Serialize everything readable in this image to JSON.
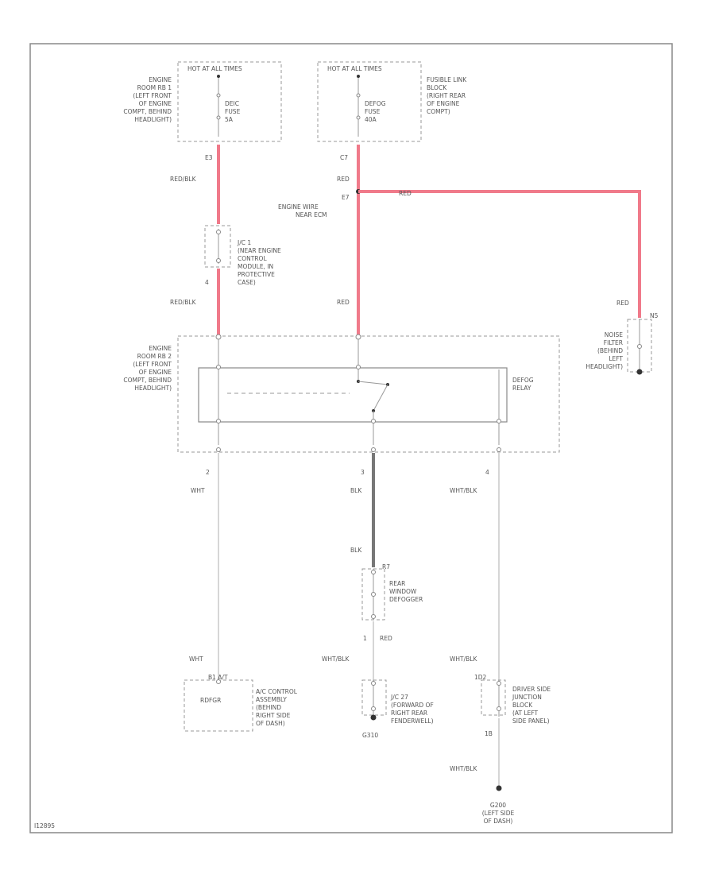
{
  "diagram": {
    "footer_id": "I12895",
    "fuse_box_left": {
      "header": "HOT AT ALL TIMES",
      "fuse_line1": "DEIC",
      "fuse_line2": "FUSE",
      "fuse_line3": "5A",
      "location": [
        "ENGINE",
        "ROOM RB 1",
        "(LEFT FRONT",
        "OF ENGINE",
        "COMPT, BEHIND",
        "HEADLIGHT)"
      ]
    },
    "fuse_box_right": {
      "header": "HOT AT ALL TIMES",
      "fuse_line1": "DEFOG",
      "fuse_line2": "FUSE",
      "fuse_line3": "40A",
      "location": [
        "FUSIBLE LINK",
        "BLOCK",
        "(RIGHT REAR",
        "OF ENGINE",
        "COMPT)"
      ]
    },
    "wire_left": {
      "pin_top": "E3",
      "color_top": "RED/BLK",
      "pin_mid": "4",
      "color_mid": "RED/BLK"
    },
    "junction_jc1": [
      "J/C 1",
      "(NEAR ENGINE",
      "CONTROL",
      "MODULE, IN",
      "PROTECTIVE",
      "CASE)"
    ],
    "wire_center": {
      "pin_top": "C7",
      "color_top": "RED",
      "splice_id": "E7",
      "splice_label_1": "ENGINE WIRE",
      "splice_label_2": "NEAR ECM",
      "color_low": "RED",
      "branch_color": "RED"
    },
    "noise_filter": {
      "color": "RED",
      "pin": "N5",
      "label": [
        "NOISE",
        "FILTER",
        "(BEHIND",
        "LEFT",
        "HEADLIGHT)"
      ]
    },
    "relay_block": {
      "location": [
        "ENGINE",
        "ROOM RB 2",
        "(LEFT FRONT",
        "OF ENGINE",
        "COMPT, BEHIND",
        "HEADLIGHT)"
      ],
      "relay_label": [
        "DEFOG",
        "RELAY"
      ]
    },
    "outputs": {
      "left": {
        "pin": "2",
        "color": "WHT"
      },
      "center": {
        "pin": "3",
        "color": "BLK"
      },
      "right": {
        "pin": "4",
        "color": "WHT/BLK"
      }
    },
    "defogger": {
      "wire_in": "BLK",
      "pin_in": "R7",
      "label": [
        "REAR",
        "WINDOW",
        "DEFOGGER"
      ],
      "pin_out": "1",
      "color_out": "RED"
    },
    "bottom": {
      "left_color": "WHT",
      "center_color": "WHT/BLK",
      "right_color": "WHT/BLK",
      "ac_pins": "B1 A/T",
      "ac_device": "RDFGR",
      "ac_label": [
        "A/C CONTROL",
        "ASSEMBLY",
        "(BEHIND",
        "RIGHT SIDE",
        "OF DASH)"
      ],
      "jc27_label": [
        "J/C 27",
        "(FORWARD OF",
        "RIGHT REAR",
        "FENDERWELL)"
      ],
      "ground_center": "G310",
      "djb_pin": "1D2",
      "djb_label": [
        "DRIVER SIDE",
        "JUNCTION",
        "BLOCK",
        "(AT LEFT",
        "SIDE PANEL)"
      ],
      "djb_pin_out": "1B",
      "ground_right_color": "WHT/BLK",
      "ground_right": [
        "G200",
        "(LEFT SIDE",
        "OF DASH)"
      ]
    }
  }
}
